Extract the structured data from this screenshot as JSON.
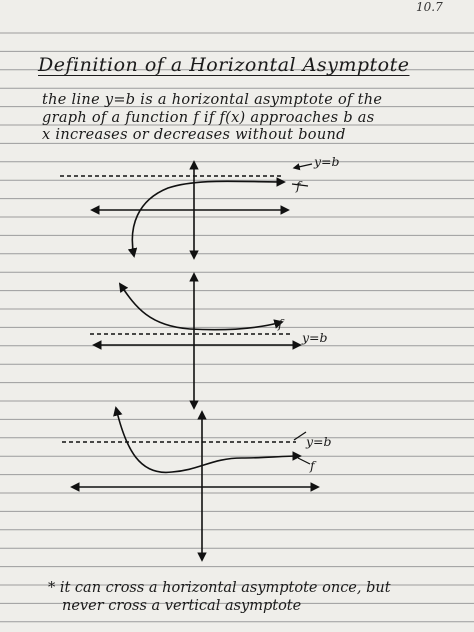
{
  "page_number": "10.7",
  "title": "Definition of a Horizontal Asymptote",
  "definition": {
    "line1": "the line y=b is a horizontal asymptote of the",
    "line2": "graph of a function f if f(x) approaches b as",
    "line3": "x increases or decreases without bound"
  },
  "graph1": {
    "asymptote_label": "y=b",
    "curve_label": "f"
  },
  "graph2": {
    "curve_label": "f",
    "asymptote_label": "y=b"
  },
  "graph3": {
    "asymptote_label": "y=b",
    "curve_label": "f"
  },
  "note": {
    "line1": "* it can cross a horizontal asymptote once, but",
    "line2": "never cross a vertical asymptote"
  }
}
